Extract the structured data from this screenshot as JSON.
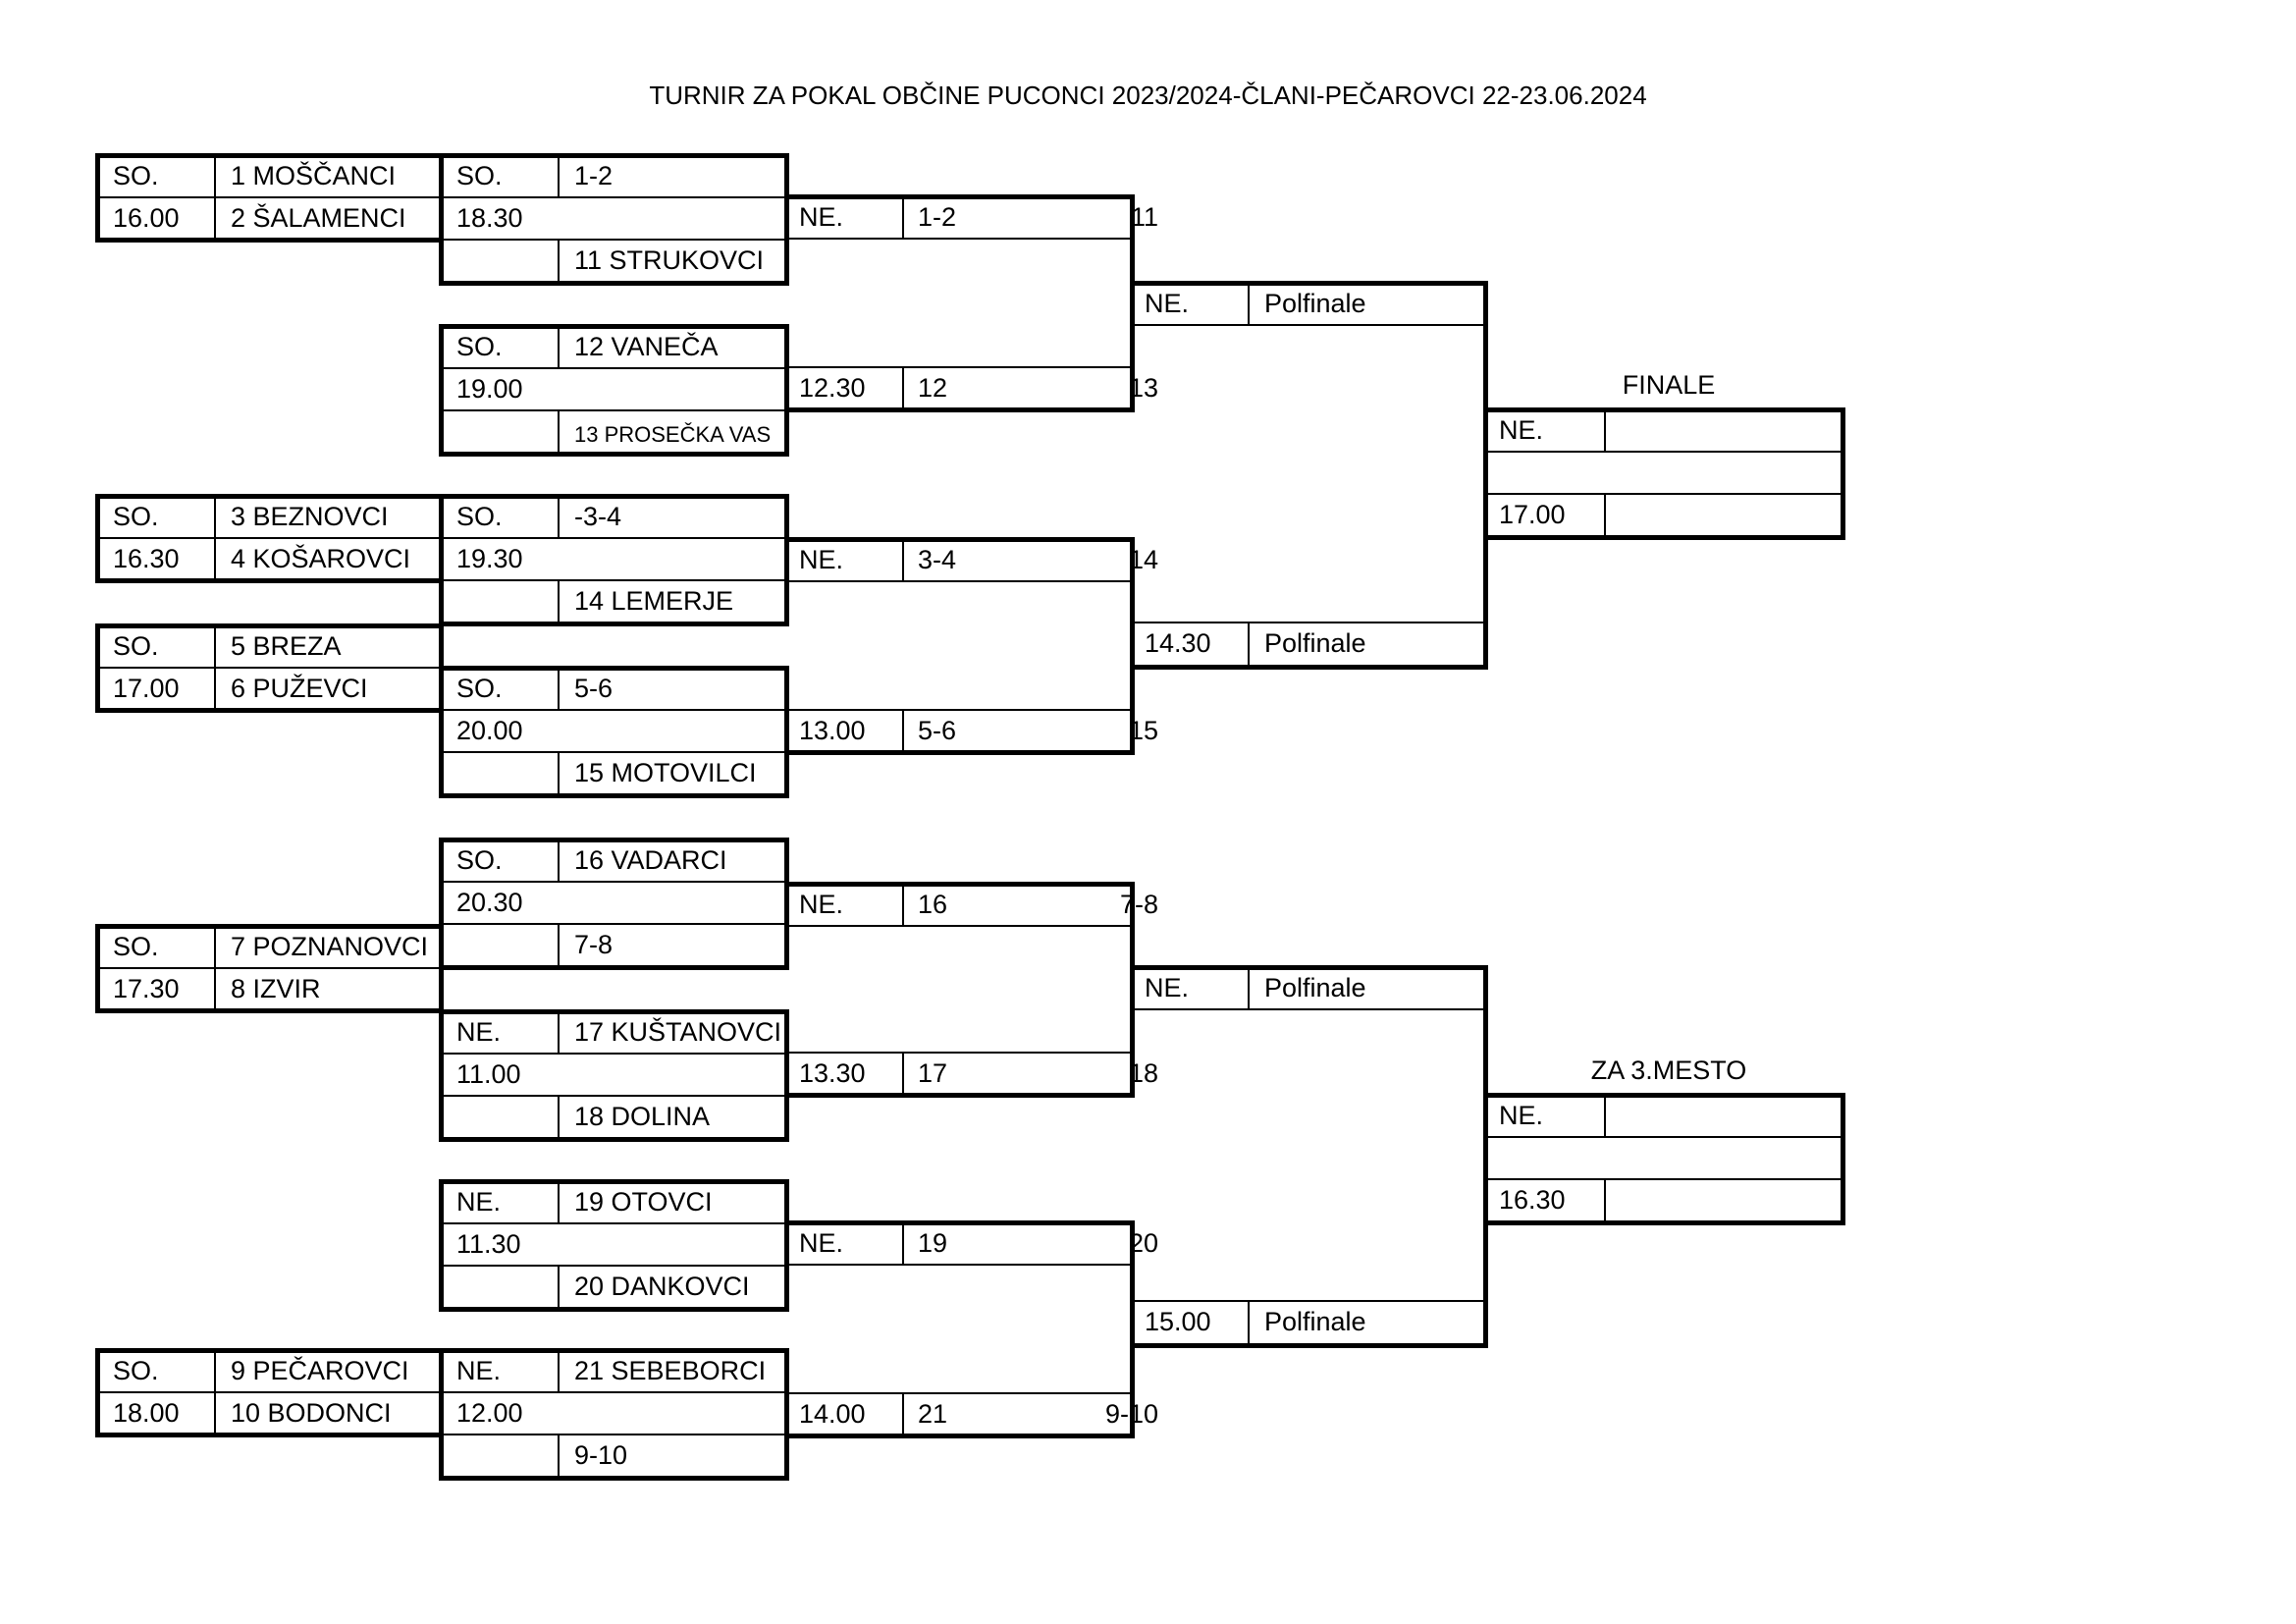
{
  "title": "TURNIR ZA POKAL OBČINE PUCONCI 2023/2024-ČLANI-PEČAROVCI 22-23.06.2024",
  "r1": [
    {
      "day": "SO.",
      "time": "16.00",
      "team1": "1 MOŠČANCI",
      "team2": "2 ŠALAMENCI"
    },
    {
      "day": "SO.",
      "time": "16.30",
      "team1": "3 BEZNOVCI",
      "team2": "4 KOŠAROVCI"
    },
    {
      "day": "SO.",
      "time": "17.00",
      "team1": "5 BREZA",
      "team2": "6 PUŽEVCI"
    },
    {
      "day": "SO.",
      "time": "17.30",
      "team1": "7 POZNANOVCI",
      "team2": "8 IZVIR"
    },
    {
      "day": "SO.",
      "time": "18.00",
      "team1": "9 PEČAROVCI",
      "team2": "10 BODONCI"
    }
  ],
  "r2": [
    {
      "day": "SO.",
      "time": "18.30",
      "top": "1-2",
      "bottom": "11 STRUKOVCI"
    },
    {
      "day": "SO.",
      "time": "19.00",
      "top": "12 VANEČA",
      "bottom": "13 PROSEČKA VAS"
    },
    {
      "day": "SO.",
      "time": "19.30",
      "top": "-3-4",
      "bottom": "14 LEMERJE"
    },
    {
      "day": "SO.",
      "time": "20.00",
      "top": "5-6",
      "bottom": "15 MOTOVILCI"
    },
    {
      "day": "SO.",
      "time": "20.30",
      "top": "16 VADARCI",
      "bottom": "7-8"
    },
    {
      "day": "NE.",
      "time": "11.00",
      "top": "17 KUŠTANOVCI",
      "bottom": "18 DOLINA"
    },
    {
      "day": "NE.",
      "time": "11.30",
      "top": "19 OTOVCI",
      "bottom": "20 DANKOVCI"
    },
    {
      "day": "NE.",
      "time": "12.00",
      "top": "21 SEBEBORCI",
      "bottom": "9-10"
    }
  ],
  "r3": [
    {
      "day": "NE.",
      "time": "",
      "a": "1-2",
      "b": "11"
    },
    {
      "day": "",
      "time": "12.30",
      "a": "12",
      "b": "13"
    },
    {
      "day": "NE.",
      "time": "",
      "a": "3-4",
      "b": "14"
    },
    {
      "day": "",
      "time": "13.00",
      "a": "5-6",
      "b": "15"
    },
    {
      "day": "NE.",
      "time": "",
      "a": "16",
      "b": "7-8"
    },
    {
      "day": "",
      "time": "13.30",
      "a": "17",
      "b": "18"
    },
    {
      "day": "NE.",
      "time": "",
      "a": "19",
      "b": "20"
    },
    {
      "day": "",
      "time": "14.00",
      "a": "21",
      "b": "9-10"
    }
  ],
  "semis": [
    {
      "day": "NE.",
      "label": "Polfinale"
    },
    {
      "time": "14.30",
      "label": "Polfinale"
    },
    {
      "day": "NE.",
      "label": "Polfinale"
    },
    {
      "time": "15.00",
      "label": "Polfinale"
    }
  ],
  "finals": [
    {
      "heading": "FINALE",
      "day": "NE.",
      "time": "17.00"
    },
    {
      "heading": "ZA 3.MESTO",
      "day": "NE.",
      "time": "16.30"
    }
  ]
}
